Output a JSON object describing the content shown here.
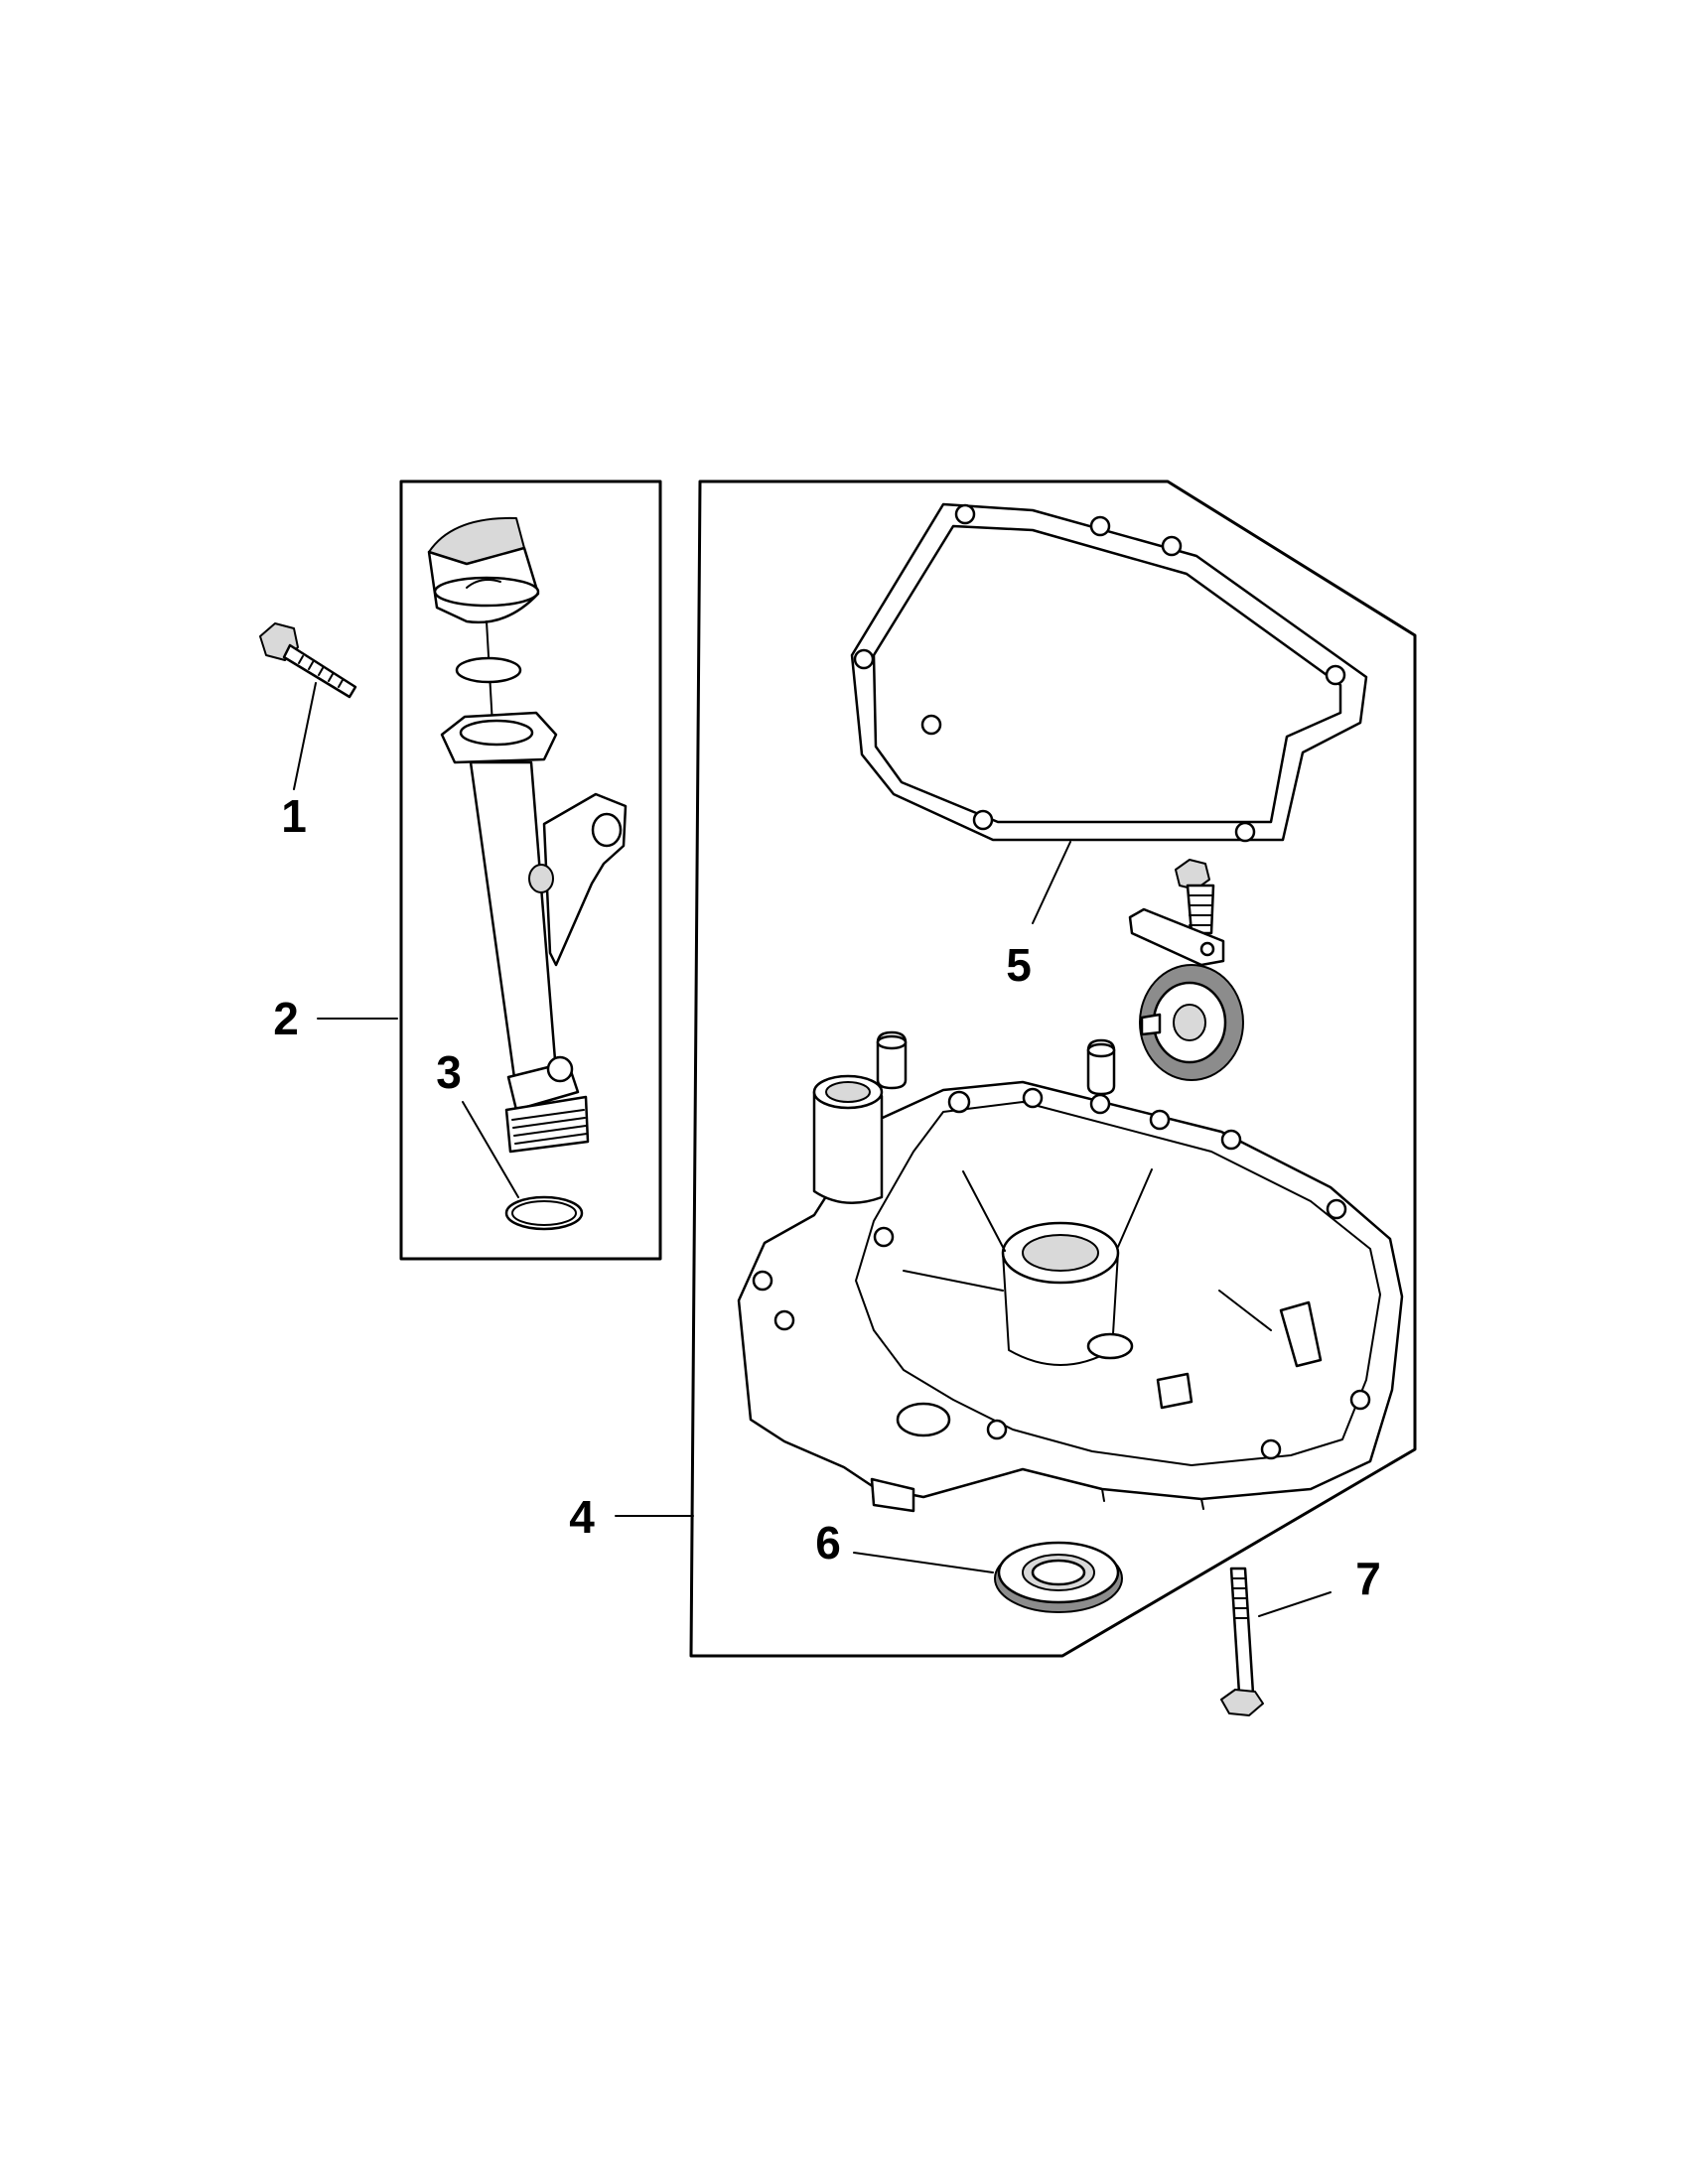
{
  "callouts": [
    {
      "id": "1",
      "label": "1"
    },
    {
      "id": "2",
      "label": "2"
    },
    {
      "id": "3",
      "label": "3"
    },
    {
      "id": "4",
      "label": "4"
    },
    {
      "id": "5",
      "label": "5"
    },
    {
      "id": "6",
      "label": "6"
    },
    {
      "id": "7",
      "label": "7"
    }
  ],
  "icons": {
    "bolt": "bolt-icon",
    "dipstick_tube": "dipstick-tube-icon",
    "o_ring": "o-ring-icon",
    "sump_cover": "engine-sump-icon",
    "gasket": "gasket-icon",
    "oil_seal": "oil-seal-icon",
    "governor_gear": "governor-gear-icon"
  }
}
